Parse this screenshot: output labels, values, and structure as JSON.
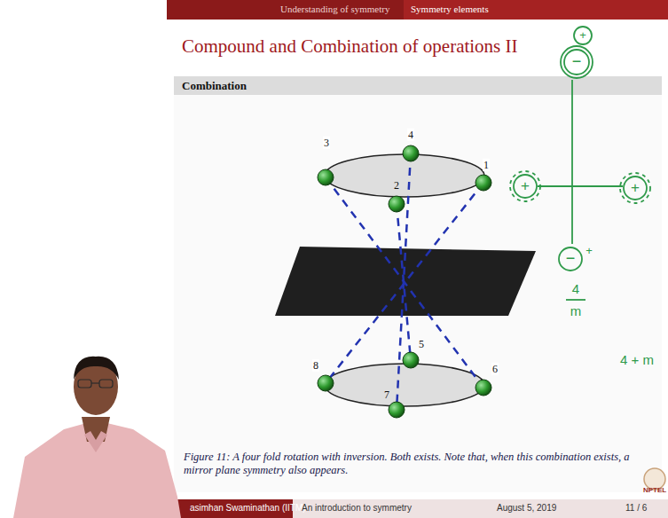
{
  "diagram": {
    "title": "Compound and Combination of operations II",
    "caption": "Figure 11: A four fold rotation with inversion. Both exists. Note that, when this combination exists, a mirror plane symmetry also appears.",
    "labels": [
      "Understanding of symmetry",
      "Symmetry elements",
      "Combination",
      "3",
      "4",
      "2",
      "1",
      "8",
      "5",
      "7",
      "6",
      "−",
      "+",
      "+",
      "+",
      "−",
      "+",
      "4",
      "m",
      "4 + m",
      "asimhan Swaminathan (IITM)",
      "An introduction to symmetry",
      "August 5, 2019",
      "11 / 6",
      "NPTEL"
    ]
  }
}
